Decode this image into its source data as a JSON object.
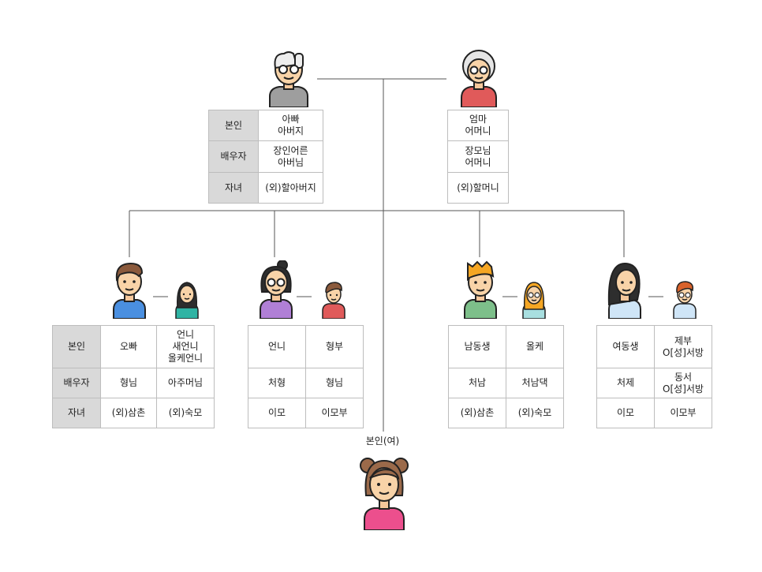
{
  "grandfather": {
    "row_labels": [
      "본인",
      "배우자",
      "자녀"
    ],
    "values": [
      "아빠\n아버지",
      "장인어른\n아버님",
      "(외)할아버지"
    ]
  },
  "grandmother": {
    "values": [
      "엄마\n어머니",
      "장모님\n어머니",
      "(외)할머니"
    ]
  },
  "older_brother": {
    "row_labels": [
      "본인",
      "배우자",
      "자녀"
    ],
    "self": [
      "오빠",
      "형님",
      "(외)삼촌"
    ],
    "spouse": [
      "언니\n새언니\n올케언니",
      "아주머님",
      "(외)숙모"
    ]
  },
  "older_sister": {
    "self": [
      "언니",
      "처형",
      "이모"
    ],
    "spouse": [
      "형부",
      "형님",
      "이모부"
    ]
  },
  "younger_brother": {
    "self": [
      "남동생",
      "처남",
      "(외)삼촌"
    ],
    "spouse": [
      "올케",
      "처남댁",
      "(외)숙모"
    ]
  },
  "younger_sister": {
    "self": [
      "여동생",
      "처제",
      "이모"
    ],
    "spouse": [
      "제부\nO[성]서방",
      "동서\nO[성]서방",
      "이모부"
    ]
  },
  "me": {
    "label": "본인(여)"
  }
}
